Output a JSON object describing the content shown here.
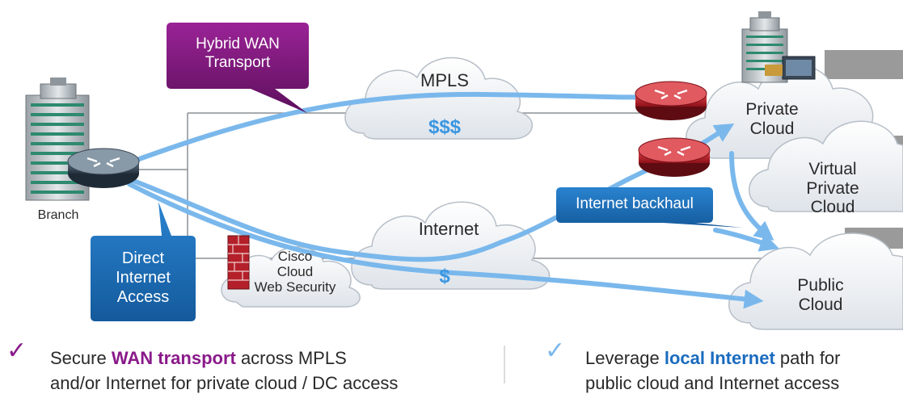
{
  "labels": {
    "branch": "Branch",
    "mpls": "MPLS",
    "mpls_cost": "$$$",
    "internet": "Internet",
    "internet_cost": "$",
    "cisco_cloud_web_security": [
      "Cisco",
      "Cloud",
      "Web Security"
    ],
    "private_cloud": [
      "Private",
      "Cloud"
    ],
    "virtual_private_cloud": [
      "Virtual",
      "Private",
      "Cloud"
    ],
    "public_cloud": [
      "Public",
      "Cloud"
    ]
  },
  "callouts": {
    "hybrid_wan": [
      "Hybrid WAN",
      "Transport"
    ],
    "internet_backhaul": "Internet backhaul",
    "direct_internet_access": [
      "Direct",
      "Internet",
      "Access"
    ]
  },
  "bullets": [
    {
      "pre": "Secure ",
      "highlight": "WAN transport",
      "post": " across MPLS",
      "line2": "and/or Internet for private cloud / DC access"
    },
    {
      "pre": "Leverage ",
      "highlight": "local Internet",
      "post": " path for",
      "line2": "public cloud and Internet access"
    }
  ],
  "colors": {
    "flow": "#7ab8ec",
    "callout_purple": "#7a1677",
    "callout_blue": "#1b6bb5",
    "check_purple": "#8a1a8a",
    "check_blue": "#7ab8ec",
    "router_red": "#c0202a"
  },
  "icons": [
    "building-icon",
    "router-icon",
    "firewall-icon",
    "cloud-icon",
    "check-icon"
  ]
}
